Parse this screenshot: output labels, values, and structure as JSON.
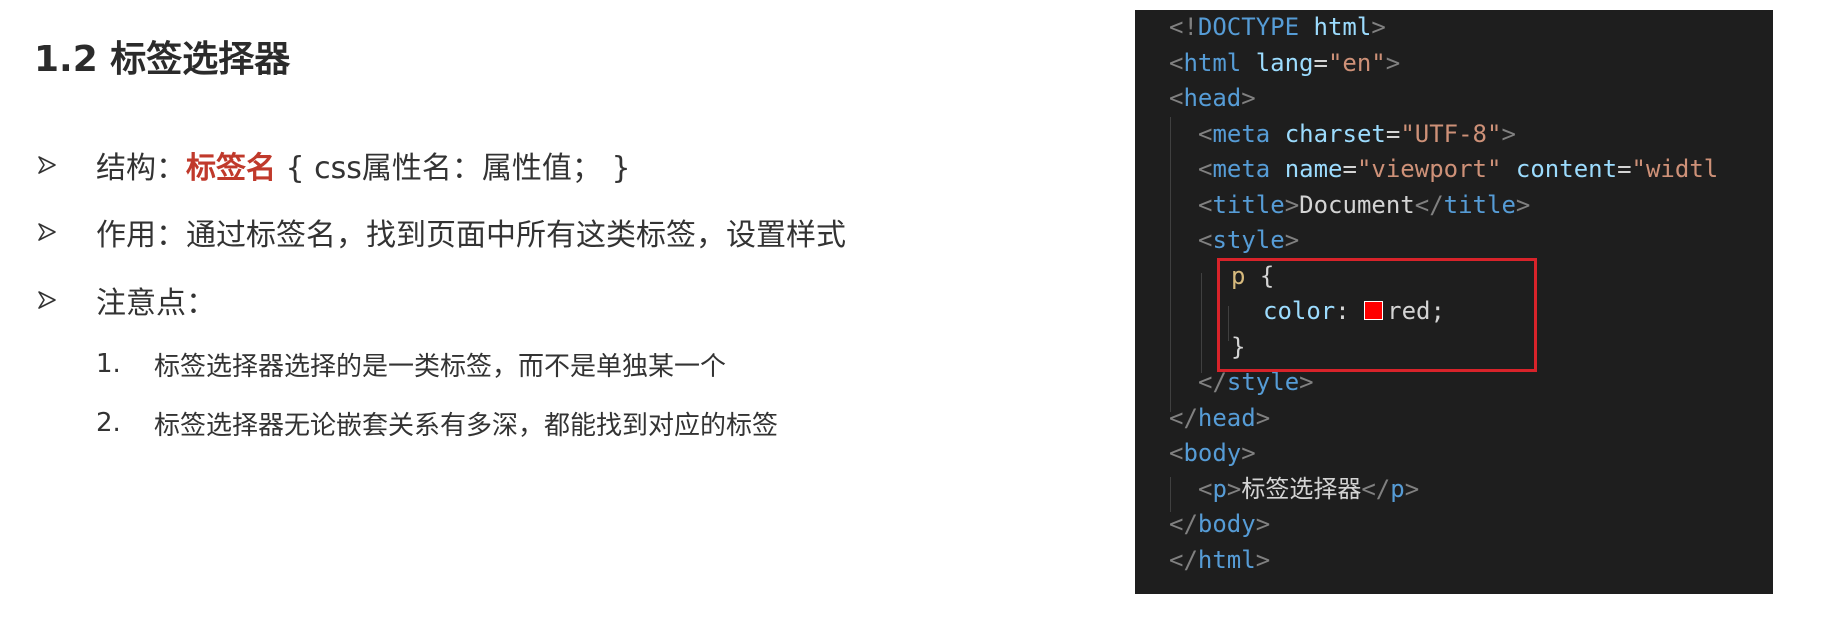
{
  "slide": {
    "title": "1.2 标签选择器",
    "bullets": [
      {
        "prefix": "结构：",
        "highlight": "标签名",
        "suffix": " { css属性名：属性值； }"
      },
      {
        "text": "作用：通过标签名，找到页面中所有这类标签，设置样式"
      },
      {
        "text": "注意点："
      }
    ],
    "notes": [
      {
        "num": "1.",
        "text": "标签选择器选择的是一类标签，而不是单独某一个"
      },
      {
        "num": "2.",
        "text": "标签选择器无论嵌套关系有多深，都能找到对应的标签"
      }
    ]
  },
  "code": {
    "doctype": {
      "open": "<!",
      "name": "DOCTYPE",
      "rest": " html",
      "close": ">"
    },
    "html_open": {
      "tag": "html",
      "attr": "lang",
      "value": "\"en\""
    },
    "head_open": "head",
    "meta_charset": {
      "tag": "meta",
      "attr": "charset",
      "value": "\"UTF-8\""
    },
    "meta_viewport": {
      "tag": "meta",
      "attr1": "name",
      "value1": "\"viewport\"",
      "attr2": "content",
      "value2": "\"widtl"
    },
    "title_line": {
      "tag": "title",
      "text": "Document"
    },
    "style_open": "style",
    "css_selector": "p",
    "css_open_brace": "{",
    "css_property": "color",
    "css_value": "red;",
    "css_close_brace": "}",
    "style_close": "style",
    "head_close": "head",
    "body_open": "body",
    "p_line": {
      "tag": "p",
      "text": "标签选择器"
    },
    "body_close": "body",
    "html_close": "html",
    "swatch_color": "#ff0000",
    "highlight_color": "#d8232a"
  }
}
